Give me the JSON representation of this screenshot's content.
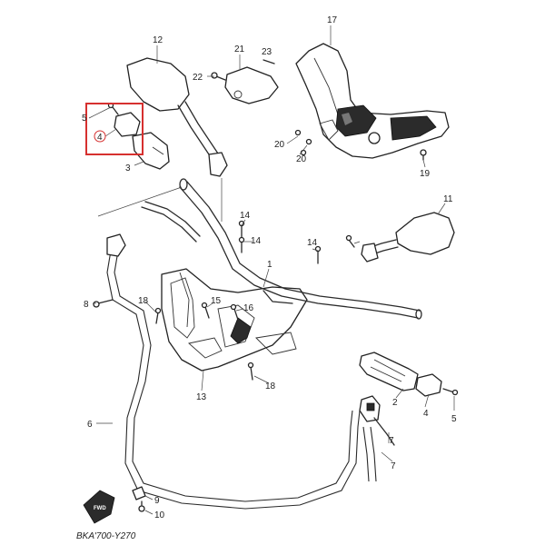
{
  "diagram": {
    "catalog_code": "BKA'700-Y270",
    "fwd_label": "FWD",
    "highlight_color": "#d6302f",
    "callouts": [
      {
        "id": "c12",
        "text": "12"
      },
      {
        "id": "c21",
        "text": "21"
      },
      {
        "id": "c23",
        "text": "23"
      },
      {
        "id": "c17",
        "text": "17"
      },
      {
        "id": "c22",
        "text": "22"
      },
      {
        "id": "c5a",
        "text": "5"
      },
      {
        "id": "c4a",
        "text": "4"
      },
      {
        "id": "c3",
        "text": "3"
      },
      {
        "id": "c20a",
        "text": "20"
      },
      {
        "id": "c20b",
        "text": "20"
      },
      {
        "id": "c19",
        "text": "19"
      },
      {
        "id": "c11",
        "text": "11"
      },
      {
        "id": "c14a",
        "text": "14"
      },
      {
        "id": "c14b",
        "text": "14"
      },
      {
        "id": "c14c",
        "text": "14"
      },
      {
        "id": "c1",
        "text": "1"
      },
      {
        "id": "c8",
        "text": "8"
      },
      {
        "id": "c18a",
        "text": "18"
      },
      {
        "id": "c15",
        "text": "15"
      },
      {
        "id": "c16",
        "text": "16"
      },
      {
        "id": "c13",
        "text": "13"
      },
      {
        "id": "c18b",
        "text": "18"
      },
      {
        "id": "c2",
        "text": "2"
      },
      {
        "id": "c4b",
        "text": "4"
      },
      {
        "id": "c5b",
        "text": "5"
      },
      {
        "id": "c6",
        "text": "6"
      },
      {
        "id": "c7",
        "text": "7"
      },
      {
        "id": "c9",
        "text": "9"
      },
      {
        "id": "c10",
        "text": "10"
      }
    ]
  }
}
